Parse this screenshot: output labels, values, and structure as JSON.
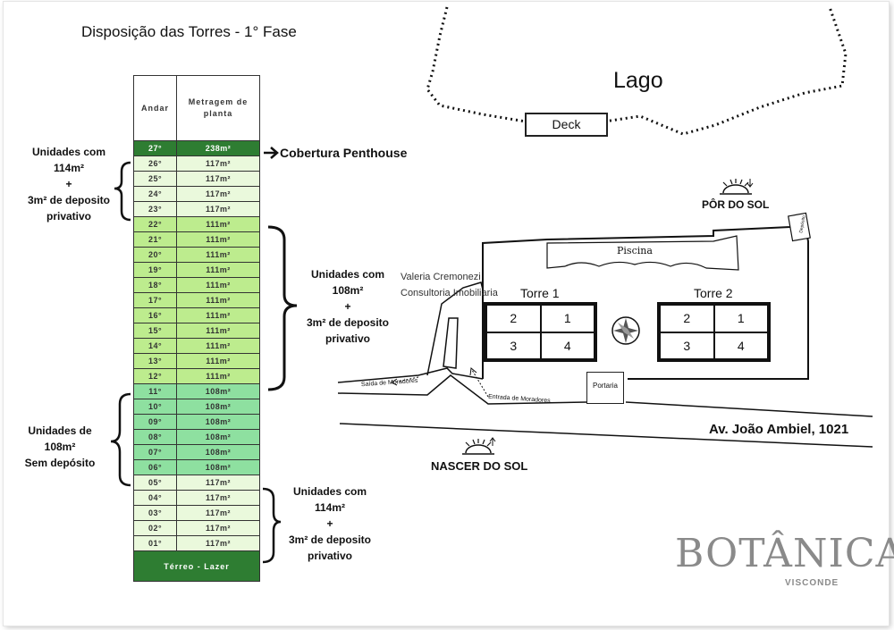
{
  "title": "Disposição das Torres - 1° Fase",
  "table": {
    "header_floor": "Andar",
    "header_area": "Metragem de planta",
    "rows": [
      {
        "floor": "27°",
        "area": "238m²",
        "style": "ph"
      },
      {
        "floor": "26°",
        "area": "117m²",
        "style": "pale"
      },
      {
        "floor": "25°",
        "area": "117m²",
        "style": "pale"
      },
      {
        "floor": "24°",
        "area": "117m²",
        "style": "pale"
      },
      {
        "floor": "23°",
        "area": "117m²",
        "style": "pale"
      },
      {
        "floor": "22°",
        "area": "111m²",
        "style": "lime"
      },
      {
        "floor": "21°",
        "area": "111m²",
        "style": "lime"
      },
      {
        "floor": "20°",
        "area": "111m²",
        "style": "lime"
      },
      {
        "floor": "19°",
        "area": "111m²",
        "style": "lime"
      },
      {
        "floor": "18°",
        "area": "111m²",
        "style": "lime"
      },
      {
        "floor": "17°",
        "area": "111m²",
        "style": "lime"
      },
      {
        "floor": "16°",
        "area": "111m²",
        "style": "lime"
      },
      {
        "floor": "15°",
        "area": "111m²",
        "style": "lime"
      },
      {
        "floor": "14°",
        "area": "111m²",
        "style": "lime"
      },
      {
        "floor": "13°",
        "area": "111m²",
        "style": "lime"
      },
      {
        "floor": "12°",
        "area": "111m²",
        "style": "lime"
      },
      {
        "floor": "11°",
        "area": "108m²",
        "style": "mint"
      },
      {
        "floor": "10°",
        "area": "108m²",
        "style": "mint"
      },
      {
        "floor": "09°",
        "area": "108m²",
        "style": "mint"
      },
      {
        "floor": "08°",
        "area": "108m²",
        "style": "mint"
      },
      {
        "floor": "07°",
        "area": "108m²",
        "style": "mint"
      },
      {
        "floor": "06°",
        "area": "108m²",
        "style": "mint"
      },
      {
        "floor": "05°",
        "area": "117m²",
        "style": "pale"
      },
      {
        "floor": "04°",
        "area": "117m²",
        "style": "pale"
      },
      {
        "floor": "03°",
        "area": "117m²",
        "style": "pale"
      },
      {
        "floor": "02°",
        "area": "117m²",
        "style": "pale"
      },
      {
        "floor": "01°",
        "area": "117m²",
        "style": "pale"
      }
    ],
    "ground": "Térreo - Lazer"
  },
  "groups": {
    "top": [
      "Unidades com",
      "114m²",
      "+",
      "3m² de deposito",
      "privativo"
    ],
    "mid": [
      "Unidades com",
      "108m²",
      "+",
      "3m² de deposito",
      "privativo"
    ],
    "low": [
      "Unidades de",
      "108m²",
      "Sem depósito"
    ],
    "bottom": [
      "Unidades com",
      "114m²",
      "+",
      "3m² de deposito",
      "privativo"
    ]
  },
  "penthouse_label": "Cobertura Penthouse",
  "map": {
    "lake": "Lago",
    "deck": "Deck",
    "sunset": "PÔR DO SOL",
    "sunrise": "NASCER DO SOL",
    "pool": "Piscina",
    "tower1": {
      "name": "Torre 1",
      "units": [
        "2",
        "1",
        "3",
        "4"
      ]
    },
    "tower2": {
      "name": "Torre 2",
      "units": [
        "2",
        "1",
        "3",
        "4"
      ]
    },
    "exit": "Saída de Moradores",
    "entry": "Entrada de Moradores",
    "gatehouse": "Portaria",
    "corner_box": "Depósito",
    "avenue": "Av. João Ambiel, 1021"
  },
  "watermark": [
    "Valeria Cremonezi",
    "Consultoria Imobiliaria"
  ],
  "brand": {
    "name": "BOTÂNICA",
    "sub": "VISCONDE"
  }
}
